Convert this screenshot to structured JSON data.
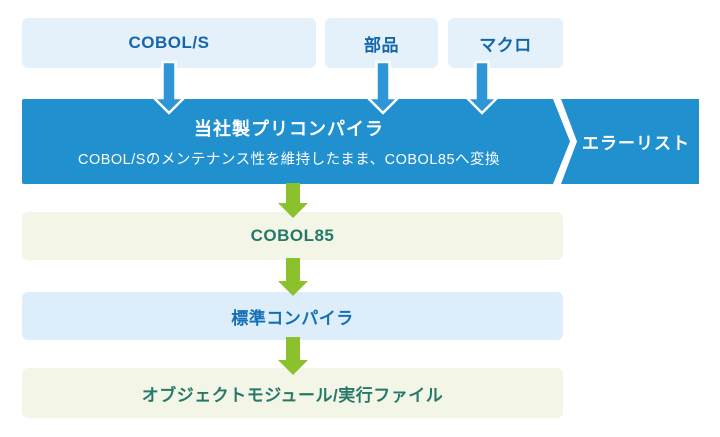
{
  "colors": {
    "banner_blue": "#2190ce",
    "arrow_blue": "#2e96d6",
    "arrow_green": "#8bc12c",
    "input_box_bg": "#e4f1fb",
    "cream_box_bg": "#f3f6e6",
    "light_blue_box_bg": "#ddeefa",
    "text_dark_blue": "#1565ab",
    "text_teal": "#26796a",
    "text_blue": "#1470b4",
    "text_white": "#ffffff"
  },
  "diagram": {
    "inputs": [
      {
        "label": "COBOL/S"
      },
      {
        "label": "部品"
      },
      {
        "label": "マクロ"
      }
    ],
    "precompiler": {
      "title": "当社製プリコンパイラ",
      "subtitle": "COBOL/Sのメンテナンス性を維持したまま、COBOL85へ変換"
    },
    "error_list": {
      "label": "エラーリスト"
    },
    "flow": [
      {
        "label": "COBOL85"
      },
      {
        "label": "標準コンパイラ"
      },
      {
        "label": "オブジェクトモジュール/実行ファイル"
      }
    ]
  }
}
